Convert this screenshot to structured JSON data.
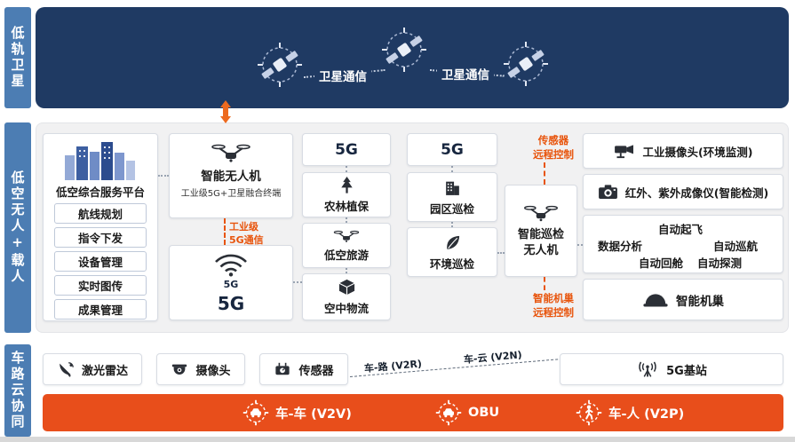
{
  "satellite": {
    "label": "低轨卫星",
    "link1": "卫星通信",
    "link2": "卫星通信"
  },
  "airspace": {
    "label": "低空无人+载人",
    "platform": {
      "title": "低空综合服务平台",
      "items": [
        "航线规划",
        "指令下发",
        "设备管理",
        "实时图传",
        "成果管理"
      ]
    },
    "smart_drone": {
      "title": "智能无人机",
      "subtitle": "工业级5G+卫星融合终端"
    },
    "industrial_5g_link": "工业级\n5G通信",
    "ground_5g": {
      "icon_label": "5G",
      "big_label": "5G"
    },
    "col_agri": {
      "header": "5G",
      "items": [
        "农林植保",
        "低空旅游",
        "空中物流"
      ]
    },
    "col_park": {
      "header": "5G",
      "items": [
        "园区巡检",
        "环境巡检"
      ]
    },
    "inspection_drone": "智能巡检\n无人机",
    "sensor_remote": "传感器\n远程控制",
    "nest_remote": "智能机巢\n远程控制",
    "devices": {
      "camera": "工业摄像头(环境监测)",
      "imager": "红外、紫外成像仪(智能检测)",
      "nest": "智能机巢"
    },
    "analysis": {
      "center": "数据分析",
      "auto1": "自动起飞",
      "auto2": "自动巡航",
      "auto3": "自动回舱",
      "auto4": "自动探测"
    }
  },
  "vehicle": {
    "label": "车路云协同",
    "sensors": [
      "激光雷达",
      "摄像头",
      "传感器"
    ],
    "link_v2r": "车-路 (V2R)",
    "link_v2n": "车-云 (V2N)",
    "base_station": "5G基站",
    "bar": [
      "车-车 (V2V)",
      "OBU",
      "车-人 (V2P)"
    ]
  },
  "colors": {
    "navy": "#1F3A63",
    "side_bar_blue": "#4C7DB3",
    "accent_orange": "#E8540C",
    "vehicle_bar_orange": "#E84E1B",
    "panel_gray": "#F1F1F2"
  }
}
